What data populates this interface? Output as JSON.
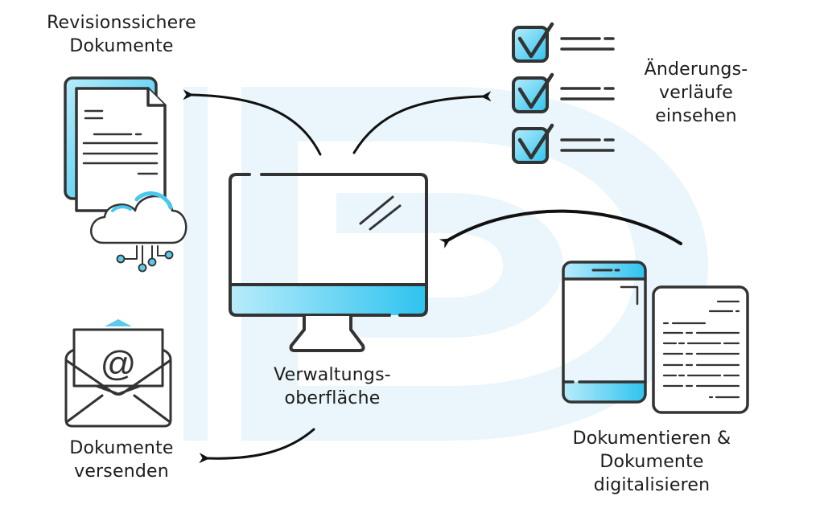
{
  "diagram": {
    "title": "Dokumentenmanagement – Funktionen der Verwaltungsoberfläche",
    "colors": {
      "accent_light": "#b8ecfb",
      "accent": "#2ec3ef",
      "stroke": "#333333",
      "arrow": "#111111",
      "watermark": "#eaf6fb"
    },
    "center_node": {
      "id": "verwaltungsoberflaeche",
      "icon": "monitor-icon",
      "label_lines": [
        "Verwaltungs-",
        "oberfläche"
      ]
    },
    "nodes": [
      {
        "id": "revisionssichere-dokumente",
        "icon": "document-cloud-icon",
        "label_lines": [
          "Revisionssichere",
          "Dokumente"
        ],
        "position": "top-left"
      },
      {
        "id": "aenderungsverlaeufe",
        "icon": "checklist-icon",
        "label_lines": [
          "Änderungs-",
          "verläufe",
          "einsehen"
        ],
        "position": "top-right"
      },
      {
        "id": "dokumentieren-digitalisieren",
        "icon": "phone-document-icon",
        "label_lines": [
          "Dokumentieren &",
          "Dokumente",
          "digitalisieren"
        ],
        "position": "bottom-right"
      },
      {
        "id": "dokumente-versenden",
        "icon": "envelope-email-icon",
        "email_symbol": "@",
        "label_lines": [
          "Dokumente",
          "versenden"
        ],
        "position": "bottom-left"
      }
    ],
    "edges": [
      {
        "from": "verwaltungsoberflaeche",
        "to": "revisionssichere-dokumente"
      },
      {
        "from": "verwaltungsoberflaeche",
        "to": "aenderungsverlaeufe"
      },
      {
        "from": "dokumentieren-digitalisieren",
        "to": "verwaltungsoberflaeche"
      },
      {
        "from": "verwaltungsoberflaeche",
        "to": "dokumente-versenden"
      }
    ],
    "checklist_items": 3
  }
}
